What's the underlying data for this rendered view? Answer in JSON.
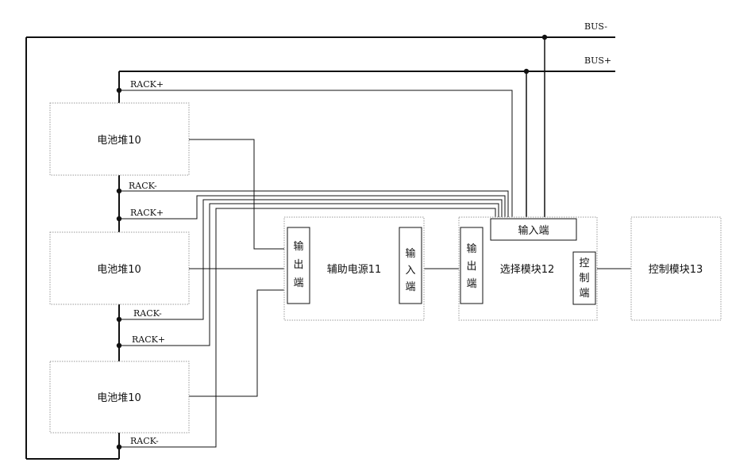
{
  "bus": {
    "bus_minus": "BUS-",
    "bus_plus": "BUS+"
  },
  "rack_labels": {
    "plus_1": "RACK+",
    "minus_1": "RACK-",
    "plus_2": "RACK+",
    "minus_2": "RACK-",
    "plus_3": "RACK+",
    "minus_3": "RACK-"
  },
  "battery": {
    "top": "电池堆10",
    "middle": "电池堆10",
    "bottom": "电池堆10"
  },
  "aux_power": {
    "title": "辅助电源11",
    "output_port": [
      "输",
      "出",
      "端"
    ],
    "input_port": [
      "输",
      "入",
      "端"
    ]
  },
  "selector": {
    "title": "选择模块12",
    "output_port": [
      "输",
      "出",
      "端"
    ],
    "input_port": "输入端",
    "control_port": [
      "控",
      "制",
      "端"
    ]
  },
  "control": {
    "title": "控制模块13"
  },
  "colors": {
    "line": "#111111",
    "dashed": "#8a8a8a"
  }
}
